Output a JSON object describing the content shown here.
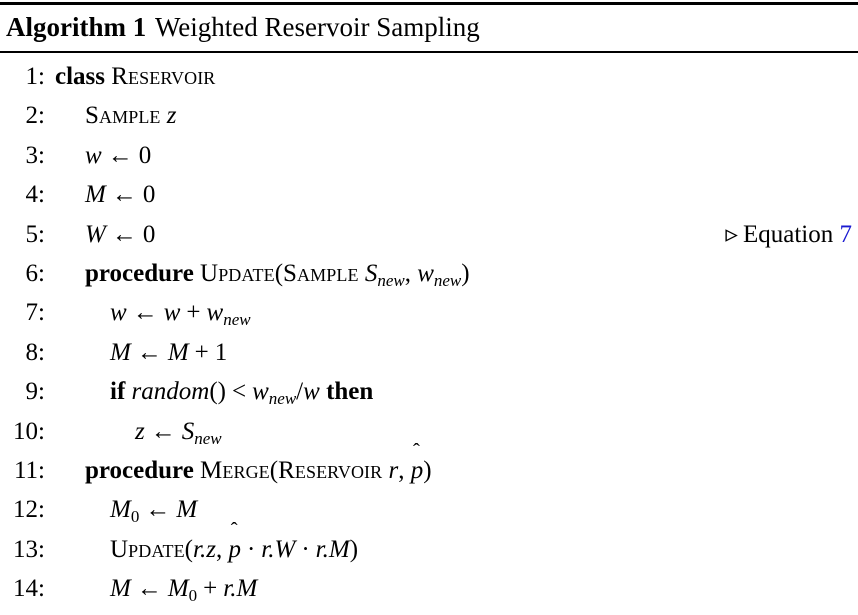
{
  "algorithm": {
    "caption_head": "Algorithm 1",
    "caption_title": "Weighted Reservoir Sampling",
    "colors": {
      "text": "#000000",
      "rule": "#000000",
      "link": "#1a1ad1"
    },
    "comment_marker": "▹",
    "lines": [
      {
        "number": "1",
        "indent": 0,
        "text": "class RESERVOIR",
        "tokens": [
          {
            "kind": "kw",
            "text": "class"
          },
          {
            "kind": "space",
            "text": " "
          },
          {
            "kind": "sc",
            "text": "Reservoir"
          }
        ]
      },
      {
        "number": "2",
        "indent": 1,
        "text": "SAMPLE z",
        "tokens": [
          {
            "kind": "sc",
            "text": "Sample"
          },
          {
            "kind": "space",
            "text": " "
          },
          {
            "kind": "var",
            "text": "z"
          }
        ]
      },
      {
        "number": "3",
        "indent": 1,
        "text": "w ← 0",
        "tokens": [
          {
            "kind": "var",
            "text": "w"
          },
          {
            "kind": "op",
            "text": "←"
          },
          {
            "kind": "num",
            "text": "0"
          }
        ]
      },
      {
        "number": "4",
        "indent": 1,
        "text": "M ← 0",
        "tokens": [
          {
            "kind": "var",
            "text": "M"
          },
          {
            "kind": "op",
            "text": "←"
          },
          {
            "kind": "num",
            "text": "0"
          }
        ]
      },
      {
        "number": "5",
        "indent": 1,
        "text": "W ← 0",
        "tokens": [
          {
            "kind": "var",
            "text": "W"
          },
          {
            "kind": "op",
            "text": "←"
          },
          {
            "kind": "num",
            "text": "0"
          }
        ],
        "comment": {
          "marker": "▹",
          "label": "Equation",
          "link_text": "7"
        }
      },
      {
        "number": "6",
        "indent": 1,
        "text": "procedure UPDATE(SAMPLE S_new, w_new)",
        "tokens": [
          {
            "kind": "kw",
            "text": "procedure"
          },
          {
            "kind": "space",
            "text": " "
          },
          {
            "kind": "sc",
            "text": "Update"
          },
          {
            "kind": "punct",
            "text": "("
          },
          {
            "kind": "sc",
            "text": "Sample"
          },
          {
            "kind": "space",
            "text": " "
          },
          {
            "kind": "var",
            "text": "S"
          },
          {
            "kind": "sub",
            "text": "new"
          },
          {
            "kind": "punct",
            "text": ", "
          },
          {
            "kind": "var",
            "text": "w"
          },
          {
            "kind": "sub",
            "text": "new"
          },
          {
            "kind": "punct",
            "text": ")"
          }
        ]
      },
      {
        "number": "7",
        "indent": 2,
        "text": "w ← w + w_new",
        "tokens": [
          {
            "kind": "var",
            "text": "w"
          },
          {
            "kind": "op",
            "text": "←"
          },
          {
            "kind": "var",
            "text": "w"
          },
          {
            "kind": "op",
            "text": "+"
          },
          {
            "kind": "var",
            "text": "w"
          },
          {
            "kind": "sub",
            "text": "new"
          }
        ]
      },
      {
        "number": "8",
        "indent": 2,
        "text": "M ← M + 1",
        "tokens": [
          {
            "kind": "var",
            "text": "M"
          },
          {
            "kind": "op",
            "text": "←"
          },
          {
            "kind": "var",
            "text": "M"
          },
          {
            "kind": "op",
            "text": "+"
          },
          {
            "kind": "num",
            "text": "1"
          }
        ]
      },
      {
        "number": "9",
        "indent": 2,
        "text": "if random() < w_new/w then",
        "tokens": [
          {
            "kind": "kw",
            "text": "if"
          },
          {
            "kind": "space",
            "text": " "
          },
          {
            "kind": "var",
            "text": "random"
          },
          {
            "kind": "punct",
            "text": "()"
          },
          {
            "kind": "op",
            "text": "<"
          },
          {
            "kind": "var",
            "text": "w"
          },
          {
            "kind": "sub",
            "text": "new"
          },
          {
            "kind": "punct",
            "text": "/"
          },
          {
            "kind": "var",
            "text": "w"
          },
          {
            "kind": "space",
            "text": " "
          },
          {
            "kind": "kw",
            "text": "then"
          }
        ]
      },
      {
        "number": "10",
        "indent": 3,
        "text": "z ← S_new",
        "tokens": [
          {
            "kind": "var",
            "text": "z"
          },
          {
            "kind": "op",
            "text": "←"
          },
          {
            "kind": "var",
            "text": "S"
          },
          {
            "kind": "sub",
            "text": "new"
          }
        ]
      },
      {
        "number": "11",
        "indent": 1,
        "text": "procedure MERGE(RESERVOIR r, p̂)",
        "tokens": [
          {
            "kind": "kw",
            "text": "procedure"
          },
          {
            "kind": "space",
            "text": " "
          },
          {
            "kind": "sc",
            "text": "Merge"
          },
          {
            "kind": "punct",
            "text": "("
          },
          {
            "kind": "sc",
            "text": "Reservoir"
          },
          {
            "kind": "space",
            "text": " "
          },
          {
            "kind": "var",
            "text": "r"
          },
          {
            "kind": "punct",
            "text": ", "
          },
          {
            "kind": "phat",
            "text": "p"
          },
          {
            "kind": "punct",
            "text": ")"
          }
        ]
      },
      {
        "number": "12",
        "indent": 2,
        "text": "M_0 ← M",
        "tokens": [
          {
            "kind": "var",
            "text": "M"
          },
          {
            "kind": "subnum",
            "text": "0"
          },
          {
            "kind": "op",
            "text": "←"
          },
          {
            "kind": "var",
            "text": "M"
          }
        ]
      },
      {
        "number": "13",
        "indent": 2,
        "text": "UPDATE(r.z, p̂ · r.W · r.M)",
        "tokens": [
          {
            "kind": "sc",
            "text": "Update"
          },
          {
            "kind": "punct",
            "text": "("
          },
          {
            "kind": "var",
            "text": "r.z"
          },
          {
            "kind": "punct",
            "text": ", "
          },
          {
            "kind": "phat",
            "text": "p"
          },
          {
            "kind": "op",
            "text": "·"
          },
          {
            "kind": "var",
            "text": "r.W"
          },
          {
            "kind": "op",
            "text": "·"
          },
          {
            "kind": "var",
            "text": "r.M"
          },
          {
            "kind": "punct",
            "text": ")"
          }
        ]
      },
      {
        "number": "14",
        "indent": 2,
        "text": "M ← M_0 + r.M",
        "tokens": [
          {
            "kind": "var",
            "text": "M"
          },
          {
            "kind": "op",
            "text": "←"
          },
          {
            "kind": "var",
            "text": "M"
          },
          {
            "kind": "subnum",
            "text": "0"
          },
          {
            "kind": "op",
            "text": "+"
          },
          {
            "kind": "var",
            "text": "r.M"
          }
        ]
      }
    ]
  }
}
